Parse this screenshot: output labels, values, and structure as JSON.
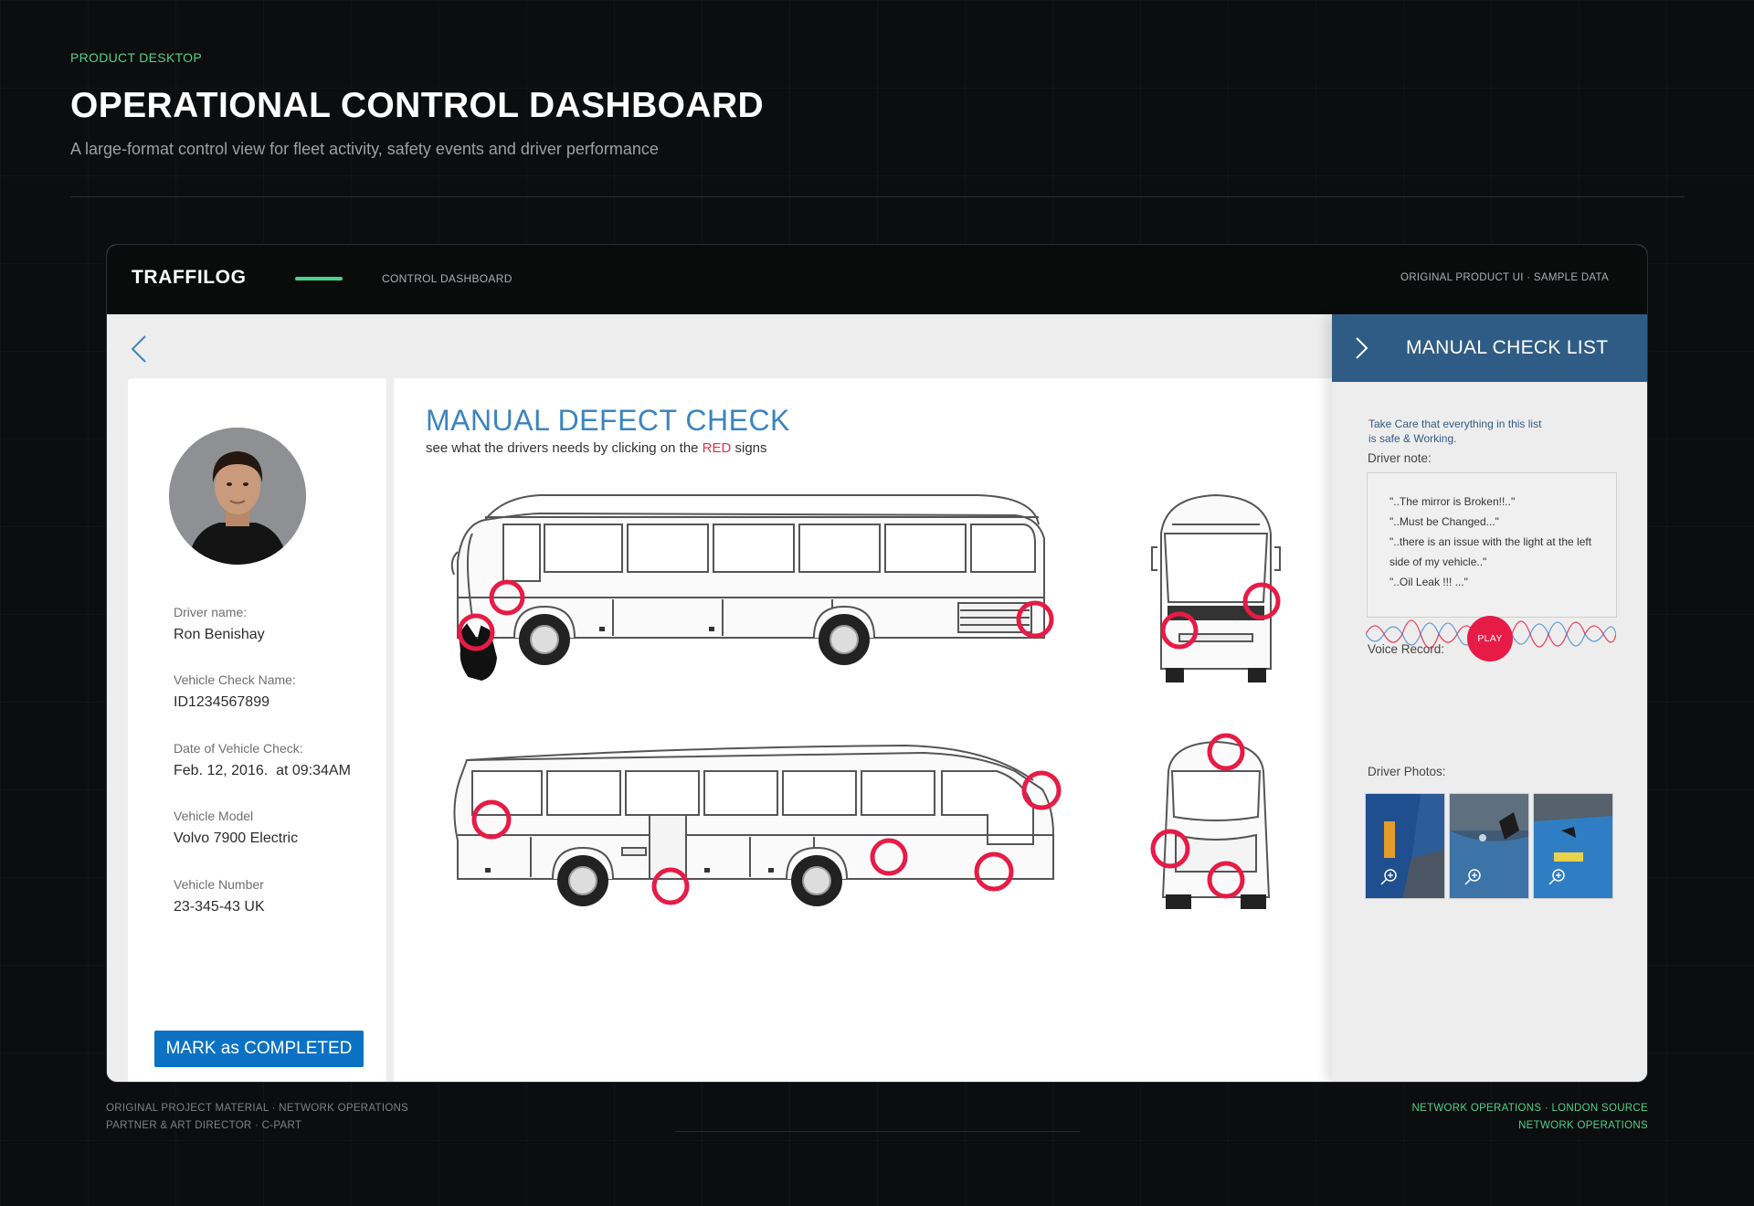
{
  "page": {
    "eyebrow": "PRODUCT DESKTOP",
    "title": "OPERATIONAL CONTROL DASHBOARD",
    "subtitle": "A large-format control view for fleet activity, safety events and driver performance"
  },
  "topbar": {
    "brand": "TRAFFILOG",
    "section": "CONTROL DASHBOARD",
    "note": "ORIGINAL PRODUCT UI · SAMPLE DATA"
  },
  "driver": {
    "fields": [
      {
        "label": "Driver name:",
        "value": "Ron Benishay"
      },
      {
        "label": "Vehicle Check Name:",
        "value": "ID1234567899"
      },
      {
        "label": "Date of Vehicle Check:",
        "value": "Feb. 12, 2016.  at 09:34AM"
      },
      {
        "label": "Vehicle Model",
        "value": "Volvo 7900 Electric"
      },
      {
        "label": "Vehicle Number",
        "value": "23-345-43 UK"
      }
    ],
    "complete_label": "MARK as COMPLETED"
  },
  "defect_check": {
    "title": "MANUAL DEFECT CHECK",
    "subtitle_before": "see what the drivers needs by clicking on the ",
    "subtitle_red": "RED",
    "subtitle_after": " signs"
  },
  "checklist": {
    "title": "MANUAL CHECK LIST",
    "intro": "Take Care that everything in this list is safe & Working.",
    "driver_note_label": "Driver note:",
    "notes": [
      "\"..The mirror is Broken!!..\"",
      "\"..Must be Changed...\"",
      "\"..there is an issue with the light at the left side of my vehicle..\"",
      "\"..Oil Leak !!! ...\""
    ],
    "voice_label": "Voice Record:",
    "play_label": "PLAY",
    "photos_label": "Driver Photos:"
  },
  "footer": {
    "left_1": "ORIGINAL PROJECT MATERIAL · NETWORK OPERATIONS",
    "left_2": "PARTNER & ART DIRECTOR · C-PART",
    "right_1": "NETWORK OPERATIONS · LONDON SOURCE",
    "right_2": "NETWORK OPERATIONS"
  },
  "colors": {
    "accent_green": "#4ed28a",
    "primary_blue": "#0b72c3",
    "panel_blue": "#2f5c84",
    "hotspot_red": "#e61b46"
  }
}
